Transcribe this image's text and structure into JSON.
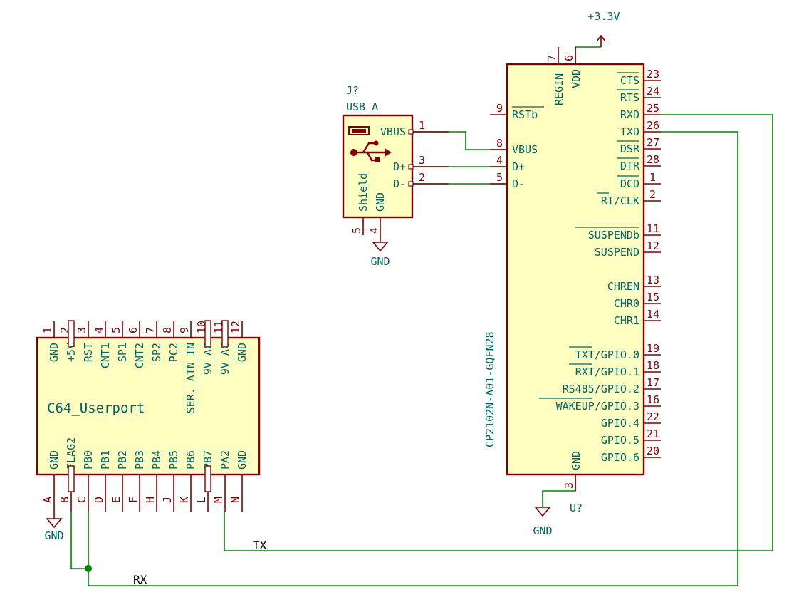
{
  "usb": {
    "ref": "J?",
    "value": "USB_A",
    "pins": [
      {
        "num": "1",
        "name": "VBUS"
      },
      {
        "num": "3",
        "name": "D+"
      },
      {
        "num": "2",
        "name": "D-"
      },
      {
        "num": "5",
        "name": "Shield"
      },
      {
        "num": "4",
        "name": "GND"
      }
    ],
    "gnd_label": "GND"
  },
  "ic": {
    "ref": "U?",
    "value": "CP2102N-A01-GQFN28",
    "power_label": "+3.3V",
    "gnd_label": "GND",
    "top_pins": [
      {
        "num": "7",
        "name": "REGIN"
      },
      {
        "num": "6",
        "name": "VDD"
      }
    ],
    "bottom_pins": [
      {
        "num": "3",
        "name": "GND"
      }
    ],
    "left_pins": [
      {
        "num": "9",
        "name": "RSTb"
      },
      {
        "num": "8",
        "name": "VBUS"
      },
      {
        "num": "4",
        "name": "D+"
      },
      {
        "num": "5",
        "name": "D-"
      }
    ],
    "right_pins": [
      {
        "num": "23",
        "name": "CTS"
      },
      {
        "num": "24",
        "name": "RTS"
      },
      {
        "num": "25",
        "name": "RXD"
      },
      {
        "num": "26",
        "name": "TXD"
      },
      {
        "num": "27",
        "name": "DSR"
      },
      {
        "num": "28",
        "name": "DTR"
      },
      {
        "num": "1",
        "name": "DCD"
      },
      {
        "num": "2",
        "name": "RI/CLK"
      },
      {
        "num": "11",
        "name": "SUSPENDb"
      },
      {
        "num": "12",
        "name": "SUSPEND"
      },
      {
        "num": "13",
        "name": "CHREN"
      },
      {
        "num": "15",
        "name": "CHR0"
      },
      {
        "num": "14",
        "name": "CHR1"
      },
      {
        "num": "19",
        "name": "TXT/GPIO.0"
      },
      {
        "num": "18",
        "name": "RXT/GPIO.1"
      },
      {
        "num": "17",
        "name": "RS485/GPIO.2"
      },
      {
        "num": "16",
        "name": "WAKEUP/GPIO.3"
      },
      {
        "num": "22",
        "name": "GPIO.4"
      },
      {
        "num": "21",
        "name": "GPIO.5"
      },
      {
        "num": "20",
        "name": "GPIO.6"
      }
    ]
  },
  "userport": {
    "value": "C64_Userport",
    "gnd_label": "GND",
    "top_pins": [
      {
        "num": "1",
        "name": "GND"
      },
      {
        "num": "2",
        "name": "+5V"
      },
      {
        "num": "3",
        "name": "RST"
      },
      {
        "num": "4",
        "name": "CNT1"
      },
      {
        "num": "5",
        "name": "SP1"
      },
      {
        "num": "6",
        "name": "CNT2"
      },
      {
        "num": "7",
        "name": "SP2"
      },
      {
        "num": "8",
        "name": "PC2"
      },
      {
        "num": "9",
        "name": "SER._ATN_IN"
      },
      {
        "num": "10",
        "name": "9V_AC"
      },
      {
        "num": "11",
        "name": "9V_AC"
      },
      {
        "num": "12",
        "name": "GND"
      }
    ],
    "bottom_pins": [
      {
        "num": "A",
        "name": "GND"
      },
      {
        "num": "B",
        "name": "FLAG2"
      },
      {
        "num": "C",
        "name": "PB0"
      },
      {
        "num": "D",
        "name": "PB1"
      },
      {
        "num": "E",
        "name": "PB2"
      },
      {
        "num": "F",
        "name": "PB3"
      },
      {
        "num": "H",
        "name": "PB4"
      },
      {
        "num": "J",
        "name": "PB5"
      },
      {
        "num": "K",
        "name": "PB6"
      },
      {
        "num": "L",
        "name": "PB7"
      },
      {
        "num": "M",
        "name": "PA2"
      },
      {
        "num": "N",
        "name": "GND"
      }
    ]
  },
  "nets": {
    "tx_label": "TX",
    "rx_label": "RX"
  },
  "colors": {
    "pin": "#840000",
    "wire": "#008400",
    "body_fill": "#ffffc2",
    "text": "#006464",
    "junction": "#008400"
  }
}
